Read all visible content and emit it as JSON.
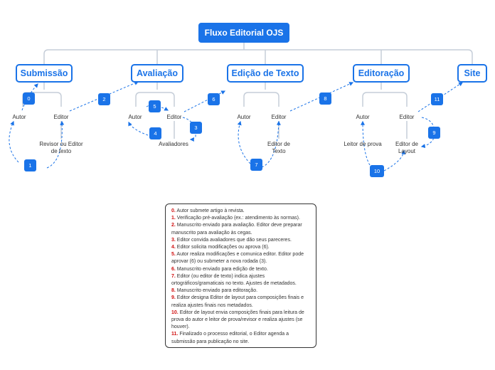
{
  "title": "Fluxo Editorial OJS",
  "stages": [
    "Submissão",
    "Avaliação",
    "Edição de Texto",
    "Editoração",
    "Site"
  ],
  "nodes": {
    "autor_sub": "Autor",
    "editor_sub": "Editor",
    "revisor_sub": "Revisor ou Editor de texto",
    "autor_ava": "Autor",
    "editor_ava": "Editor",
    "avaliadores": "Avaliadores",
    "autor_edt": "Autor",
    "editor_edt": "Editor",
    "editor_texto": "Editor de Texto",
    "autor_ediz": "Autor",
    "editor_ediz": "Editor",
    "leitor_prova": "Leitor de prova",
    "editor_layout": "Editor de Layout"
  },
  "badges": [
    "0",
    "1",
    "2",
    "3",
    "4",
    "5",
    "6",
    "7",
    "8",
    "9",
    "10",
    "11"
  ],
  "legend": [
    {
      "num": "0.",
      "text": "Autor submete artigo à revista."
    },
    {
      "num": "1.",
      "text": "Verificação pré-avaliação (ex.: atendimento às normas)."
    },
    {
      "num": "2.",
      "text": "Manuscrito enviado para avaliação. Editor deve preparar manuscrito para avaliação às cegas."
    },
    {
      "num": "3.",
      "text": "Editor convida avaliadores que dão seus pareceres."
    },
    {
      "num": "4.",
      "text": "Editor solicita modificações ou aprova (6)."
    },
    {
      "num": "5.",
      "text": "Autor realiza modificações e comunica editor. Editor pode aprovar (6) ou submeter a nova rodada (3)."
    },
    {
      "num": "6.",
      "text": "Manuscrito enviado para edição de texto."
    },
    {
      "num": "7.",
      "text": "Editor (ou editor de texto) indica ajustes ortográficos/gramaticais no texto. Ajustes de metadados."
    },
    {
      "num": "8.",
      "text": "Manuscrito enviado para editoração."
    },
    {
      "num": "9.",
      "text": "Editor designa Editor de layout para composições finais e realiza ajustes finais nos metadados."
    },
    {
      "num": "10.",
      "text": "Editor de layout envia composições finais para leitura de prova do autor e leitor de prova/revisor e realiza ajustes (se houver)."
    },
    {
      "num": "11.",
      "text": "Finalizado o processo editorial, o Editor agenda a submissão para publicação no site."
    }
  ],
  "colors": {
    "primary": "#1a73e8",
    "connector": "#c5cdd8",
    "legend_number": "#d01010"
  }
}
